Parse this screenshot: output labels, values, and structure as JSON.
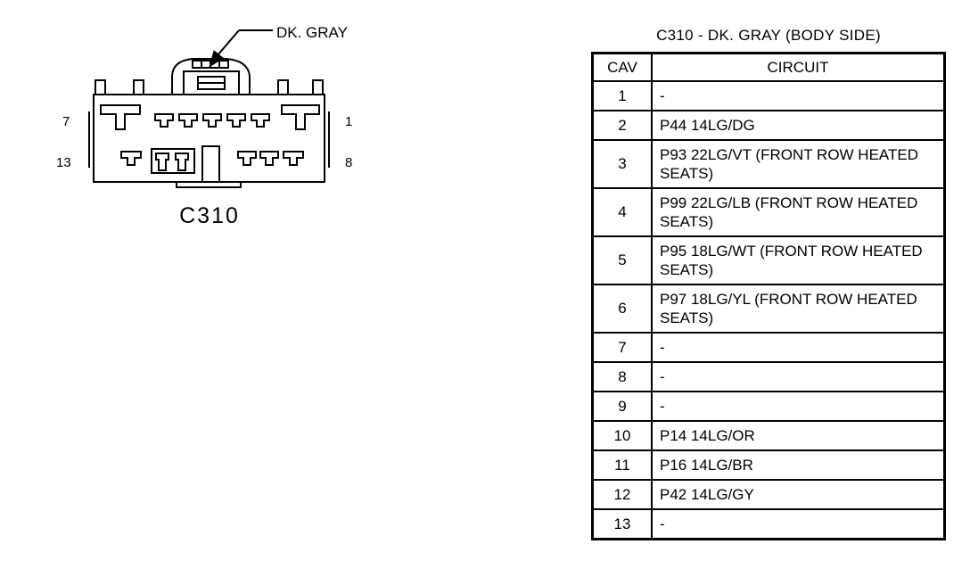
{
  "diagram": {
    "color_callout": "DK. GRAY",
    "connector_name": "C310",
    "pin_labels": {
      "top_left": "7",
      "top_right": "1",
      "bottom_left": "13",
      "bottom_right": "8"
    }
  },
  "table": {
    "title": "C310 - DK. GRAY (BODY SIDE)",
    "headers": {
      "cav": "CAV",
      "circuit": "CIRCUIT"
    },
    "rows": [
      {
        "cav": "1",
        "circuit": "-"
      },
      {
        "cav": "2",
        "circuit": "P44 14LG/DG"
      },
      {
        "cav": "3",
        "circuit": "P93 22LG/VT (FRONT ROW HEATED SEATS)"
      },
      {
        "cav": "4",
        "circuit": "P99 22LG/LB (FRONT ROW HEATED SEATS)"
      },
      {
        "cav": "5",
        "circuit": "P95 18LG/WT (FRONT ROW HEATED SEATS)"
      },
      {
        "cav": "6",
        "circuit": "P97 18LG/YL (FRONT ROW HEATED SEATS)"
      },
      {
        "cav": "7",
        "circuit": "-"
      },
      {
        "cav": "8",
        "circuit": "-"
      },
      {
        "cav": "9",
        "circuit": "-"
      },
      {
        "cav": "10",
        "circuit": "P14 14LG/OR"
      },
      {
        "cav": "11",
        "circuit": "P16 14LG/BR"
      },
      {
        "cav": "12",
        "circuit": "P42 14LG/GY"
      },
      {
        "cav": "13",
        "circuit": "-"
      }
    ]
  }
}
